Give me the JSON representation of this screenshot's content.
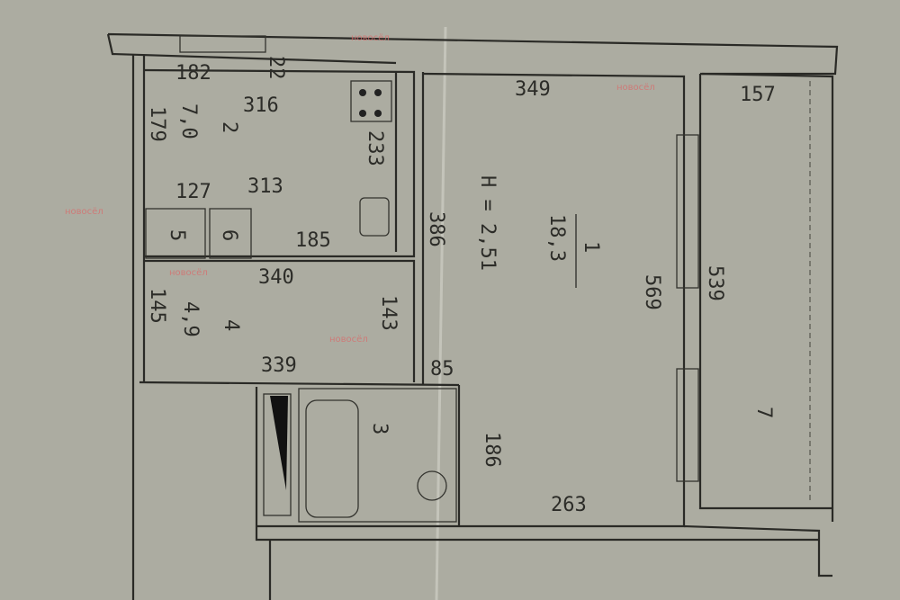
{
  "watermark": "новосёл",
  "colors": {
    "paper": "#abab a0",
    "ink": "#2a2a26",
    "watermark": "#d96b6b"
  },
  "rooms": {
    "kitchen": {
      "number": "2",
      "area": "7,0"
    },
    "hall": {
      "number": "4",
      "area": "4,9"
    },
    "closet_a": {
      "number": "5"
    },
    "closet_b": {
      "number": "6"
    },
    "bathroom": {
      "number": "3"
    },
    "living": {
      "number": "1",
      "area": "18,3"
    },
    "balcony": {
      "number": "7"
    }
  },
  "ceiling_height": "H = 2,51",
  "dimensions": {
    "d182": "182",
    "d22": "22",
    "d316": "316",
    "d179": "179",
    "d313": "313",
    "d127": "127",
    "d233": "233",
    "d185": "185",
    "d340": "340",
    "d145": "145",
    "d143": "143",
    "d339": "339",
    "d85": "85",
    "d386": "386",
    "d349": "349",
    "d569": "569",
    "d539": "539",
    "d157": "157",
    "d186": "186",
    "d263": "263"
  }
}
